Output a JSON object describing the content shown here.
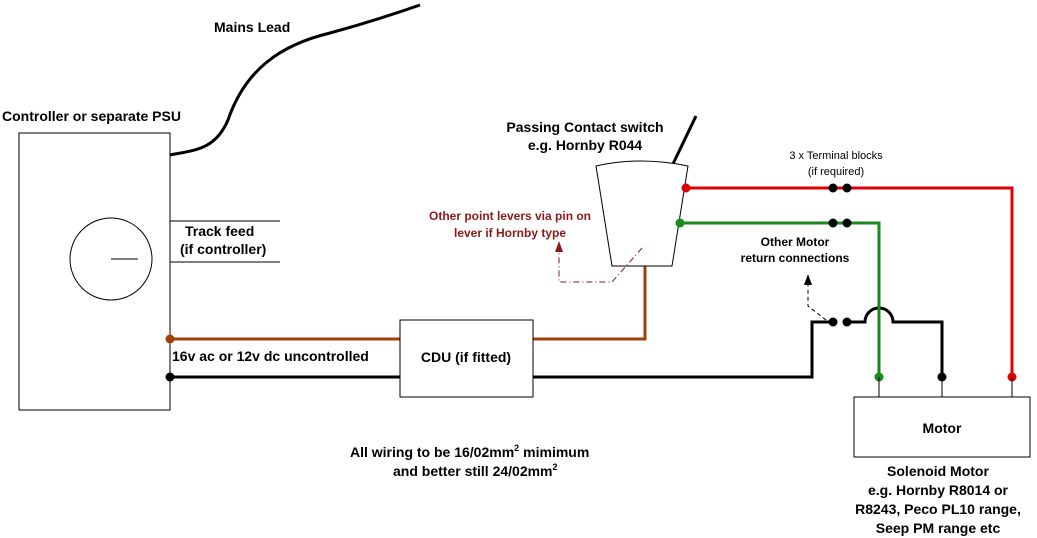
{
  "labels": {
    "mains_lead": "Mains Lead",
    "controller": "Controller or separate PSU",
    "track_feed_1": "Track feed",
    "track_feed_2": "(if controller)",
    "supply": "16v ac or 12v dc uncontrolled",
    "cdu": "CDU (if fitted)",
    "switch_1": "Passing Contact switch",
    "switch_2": "e.g. Hornby R044",
    "levers_1": "Other point levers via pin on",
    "levers_2": "lever if Hornby type",
    "terminal_1": "3 x Terminal blocks",
    "terminal_2": "(if required)",
    "return_1": "Other Motor",
    "return_2": "return connections",
    "motor": "Motor",
    "solenoid_1": "Solenoid Motor",
    "solenoid_2": "e.g. Hornby R8014 or",
    "solenoid_3": "R8243, Peco PL10 range,",
    "solenoid_4": "Seep PM range etc",
    "wiring_1a": "All wiring to be 16/02mm",
    "wiring_1b": "mimimum",
    "wiring_2a": "and better still 24/02mm",
    "sup": "2"
  },
  "colors": {
    "brown_wire": "#a0400a",
    "red_wire": "#e00000",
    "green_wire": "#1a8a1a",
    "black_wire": "#000000",
    "annotation": "#8b1a1a"
  }
}
